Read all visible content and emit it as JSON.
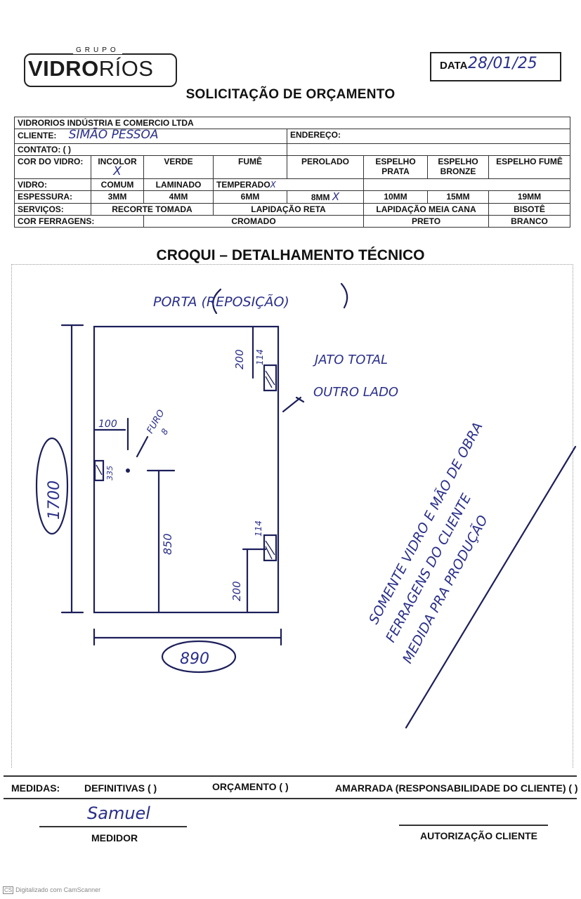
{
  "header": {
    "logo_group": "GRUPO",
    "logo_brand_bold": "VIDRO",
    "logo_brand_thin": "RÍOS",
    "date_label": "DATA",
    "date_value": "28/01/25",
    "form_title": "SOLICITAÇÃO DE ORÇAMENTO"
  },
  "company": "VIDRORIOS INDÚSTRIA E COMERCIO LTDA",
  "client": {
    "cliente_label": "CLIENTE:",
    "cliente_value": "SIMÃO PESSOA",
    "endereco_label": "ENDEREÇO:",
    "contato_label": "CONTATO: (    )"
  },
  "options": {
    "cor_label": "COR DO VIDRO:",
    "cor": [
      "INCOLOR",
      "VERDE",
      "FUMÊ",
      "PEROLADO",
      "ESPELHO PRATA",
      "ESPELHO BRONZE",
      "ESPELHO FUMÊ"
    ],
    "vidro_label": "VIDRO:",
    "vidro": [
      "COMUM",
      "LAMINADO",
      "TEMPERADO"
    ],
    "espessura_label": "ESPESSURA:",
    "espessura": [
      "3MM",
      "4MM",
      "6MM",
      "8MM",
      "10MM",
      "15MM",
      "19MM"
    ],
    "servicos_label": "SERVIÇOS:",
    "servicos": [
      "RECORTE TOMADA",
      "LAPIDAÇÃO RETA",
      "LAPIDAÇÃO MEIA CANA",
      "BISOTÊ"
    ],
    "ferragens_label": "COR FERRAGENS:",
    "ferragens": [
      "CROMADO",
      "PRETO",
      "BRANCO"
    ],
    "mark": "X"
  },
  "sketch": {
    "title": "CROQUI – DETALHAMENTO TÉCNICO",
    "note_top": "PORTA (REPOSIÇÃO)",
    "note_jato_1": "JATO TOTAL",
    "note_jato_2": "OUTRO LADO",
    "note_side_1": "SOMENTE VIDRO E MÃO DE OBRA",
    "note_side_2": "FERRAGENS DO CLIENTE",
    "note_side_3": "MEDIDA PRA PRODUÇÃO",
    "furo": "FURO",
    "furo_size": "8",
    "dim_height": "1700",
    "dim_width": "890",
    "dim_100": "100",
    "dim_335": "335",
    "dim_850": "850",
    "dim_200_top": "200",
    "dim_114_top": "114",
    "dim_114_bottom": "114",
    "dim_200_bottom": "200"
  },
  "footer": {
    "medidas_label": "MEDIDAS:",
    "definitivas": "DEFINITIVAS (  )",
    "orcamento": "ORÇAMENTO (  )",
    "amarrada": "AMARRADA (RESPONSABILIDADE DO CLIENTE) (  )",
    "medidor_signature": "Samuel",
    "medidor_label": "MEDIDOR",
    "autorizacao_label": "AUTORIZAÇÃO CLIENTE",
    "scanner_text": "Digitalizado com CamScanner",
    "scanner_icon": "CS"
  }
}
